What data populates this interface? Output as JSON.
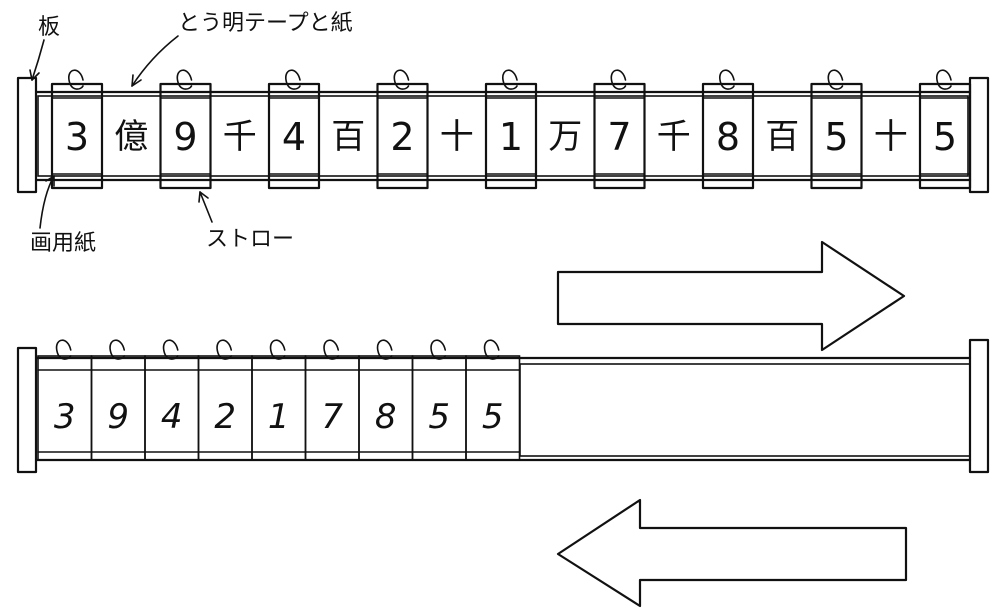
{
  "labels": {
    "board": "板",
    "tape_and_paper": "とう明テープと紙",
    "drawing_paper": "画用紙",
    "straw": "ストロー"
  },
  "top_row": {
    "digits": [
      "3",
      "9",
      "4",
      "2",
      "1",
      "7",
      "8",
      "5",
      "5"
    ],
    "units": [
      "億",
      "千",
      "百",
      "十",
      "万",
      "千",
      "百",
      "十"
    ]
  },
  "bottom_row": {
    "digits": [
      "3",
      "9",
      "4",
      "2",
      "1",
      "7",
      "8",
      "5",
      "5"
    ]
  },
  "arrows": {
    "top": "right",
    "bottom": "left"
  }
}
